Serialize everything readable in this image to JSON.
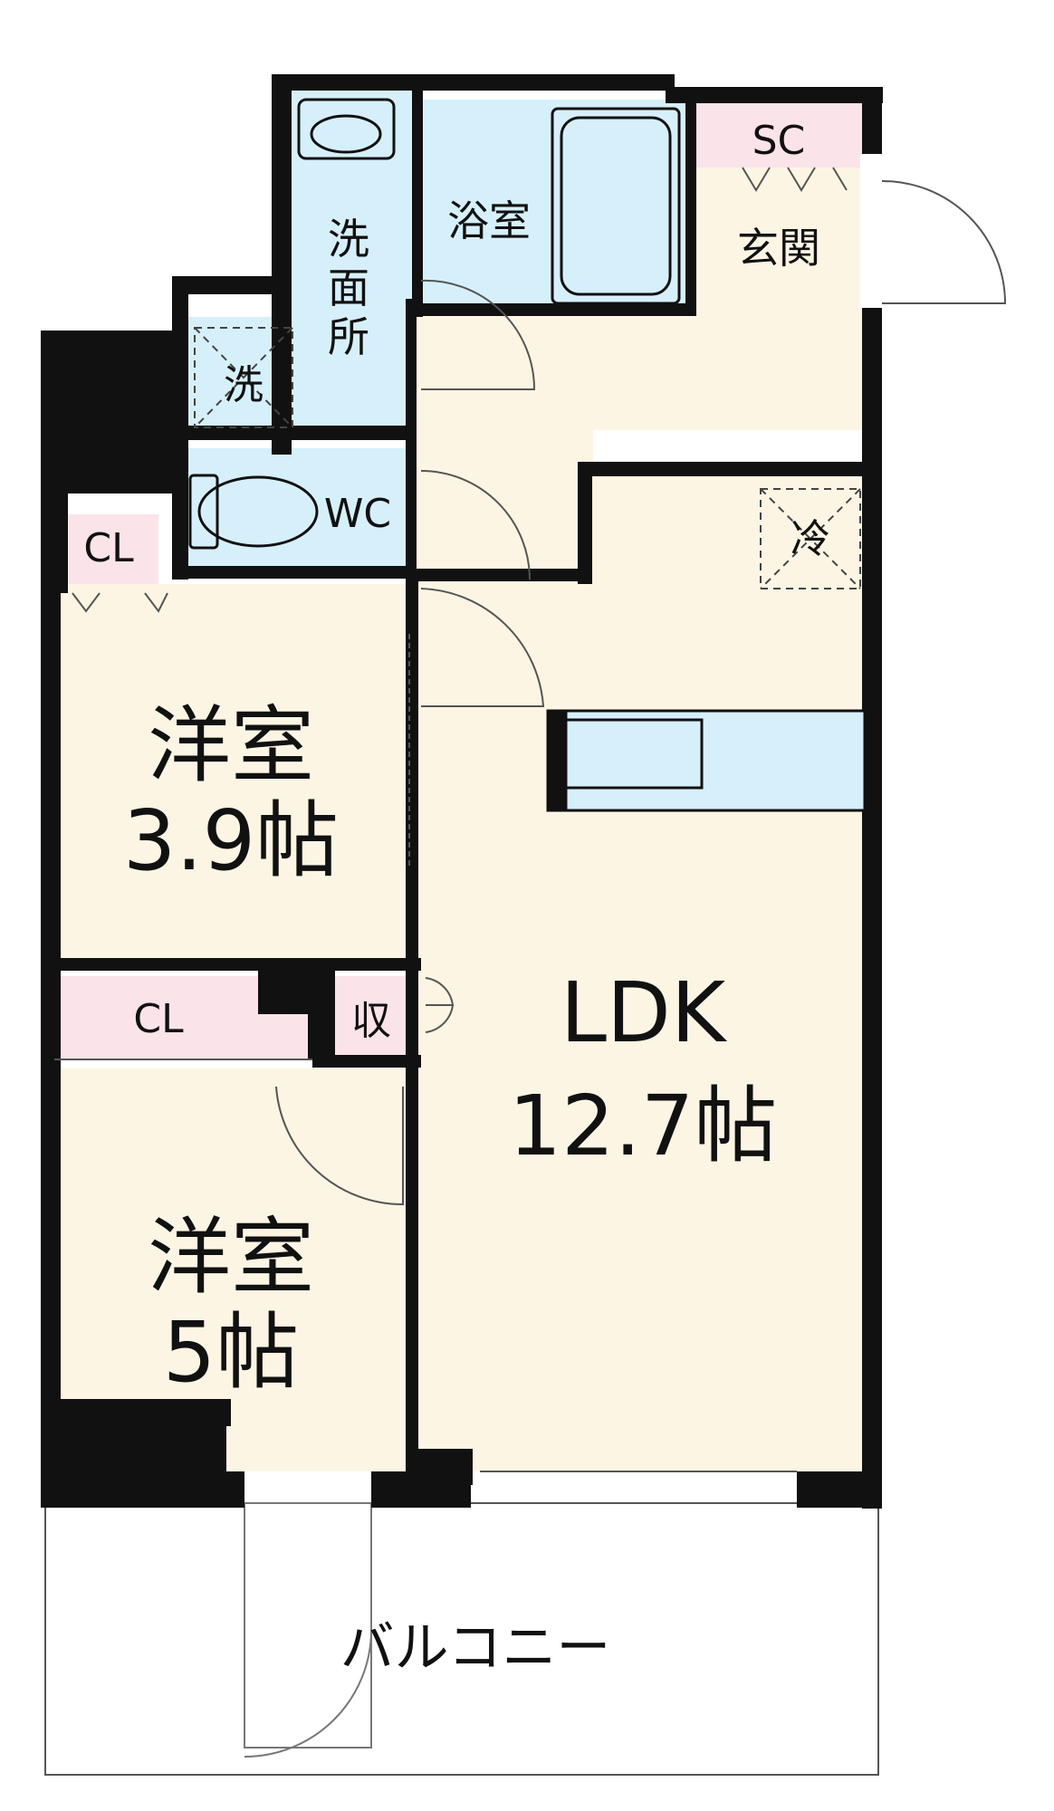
{
  "floorplan": {
    "rooms": {
      "washroom": {
        "label": "洗面所"
      },
      "bath": {
        "label": "浴室"
      },
      "entrance": {
        "label": "玄関"
      },
      "shoe_closet": {
        "label": "SC"
      },
      "laundry": {
        "label": "洗"
      },
      "toilet": {
        "label": "WC"
      },
      "closet_upper": {
        "label": "CL"
      },
      "fridge": {
        "label": "冷"
      },
      "room1": {
        "name": "洋室",
        "size": "3.9帖"
      },
      "closet_lower": {
        "label": "CL"
      },
      "storage": {
        "label": "収"
      },
      "ldk": {
        "name": "LDK",
        "size": "12.7帖"
      },
      "room2": {
        "name": "洋室",
        "size": "5帖"
      },
      "balcony": {
        "label": "バルコニー"
      }
    },
    "colors": {
      "wall": "#111111",
      "wet_area": "#d6f0fb",
      "living": "#fdf5e4",
      "storage": "#fbe3ea",
      "outline": "#555555"
    }
  }
}
